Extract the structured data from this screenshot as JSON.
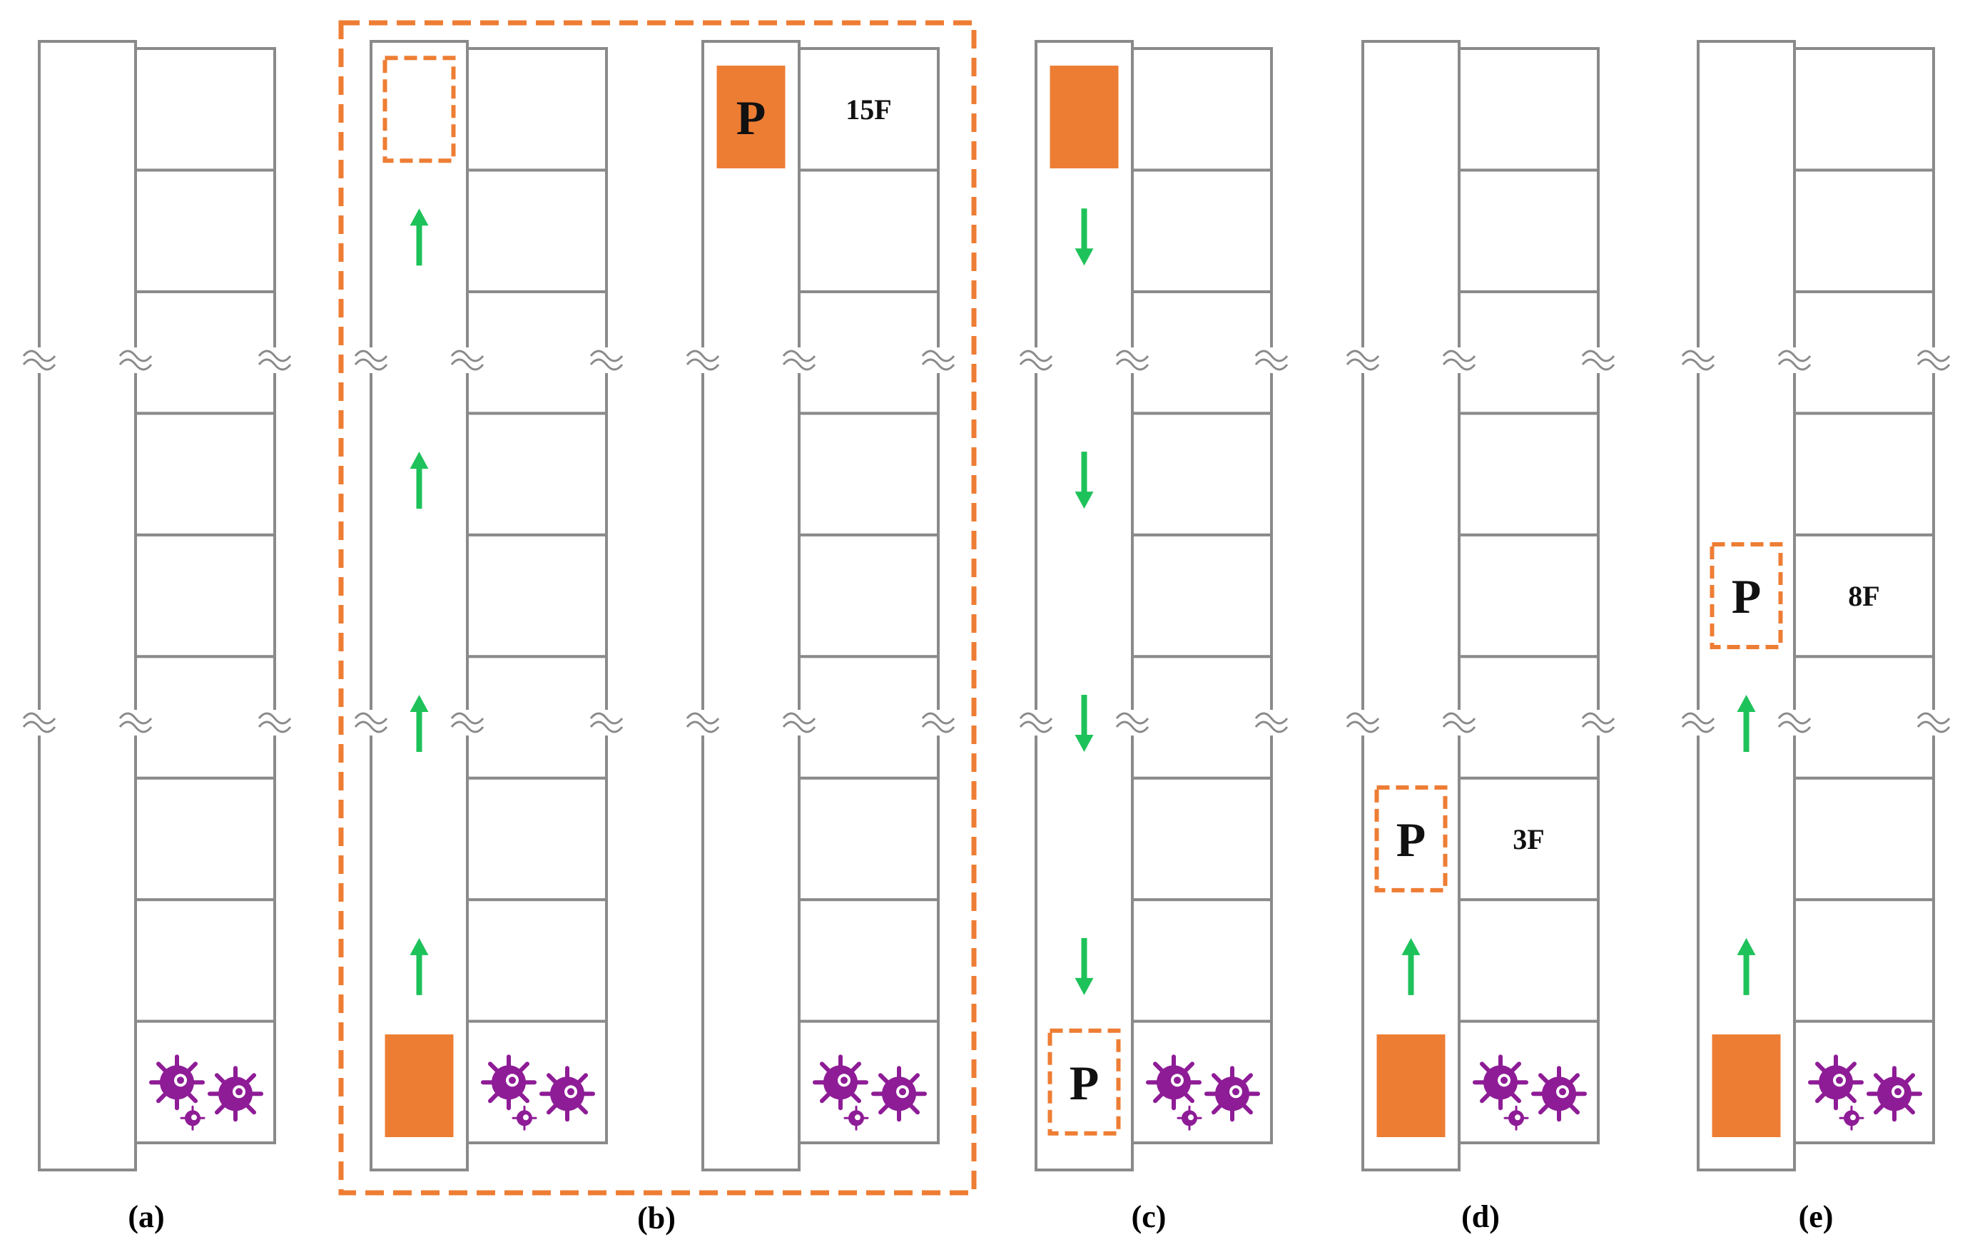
{
  "colors": {
    "outline": "#8a8a8a",
    "car": "#ee7d34",
    "car_dashed": "#ee7d34",
    "arrow": "#1ec25a",
    "virus": "#8e1c96",
    "frame_dashed": "#ee7d34"
  },
  "panels": [
    {
      "id": "a",
      "label": "(a)",
      "car": null,
      "dest": null,
      "arrows": []
    },
    {
      "id": "b1",
      "label": "",
      "car": "bottom",
      "dest": {
        "floor_index": 8,
        "letter": ""
      },
      "arrows": [
        "up",
        "up",
        "up",
        "up"
      ]
    },
    {
      "id": "b2",
      "label": "",
      "car": "top",
      "car_letter": "P",
      "floor_text": "15F",
      "arrows": []
    },
    {
      "id": "c",
      "label": "(c)",
      "car": "top",
      "dest": {
        "floor_index": 0,
        "letter": "P"
      },
      "arrows": [
        "down",
        "down",
        "down",
        "down"
      ]
    },
    {
      "id": "d",
      "label": "(d)",
      "car": "bottom",
      "dest": {
        "floor_index": 2,
        "letter": "P",
        "floor_text": "3F"
      },
      "arrows": [
        "up"
      ]
    },
    {
      "id": "e",
      "label": "(e)",
      "car": "bottom",
      "dest": {
        "floor_index": 4,
        "letter": "P",
        "floor_text": "8F"
      },
      "arrows": [
        "up",
        "up"
      ]
    }
  ],
  "group_label_b": "(b)",
  "icons": {
    "car": "elevator-car-icon",
    "arrow_up": "arrow-up-icon",
    "arrow_down": "arrow-down-icon",
    "virus": "virus-icon"
  }
}
